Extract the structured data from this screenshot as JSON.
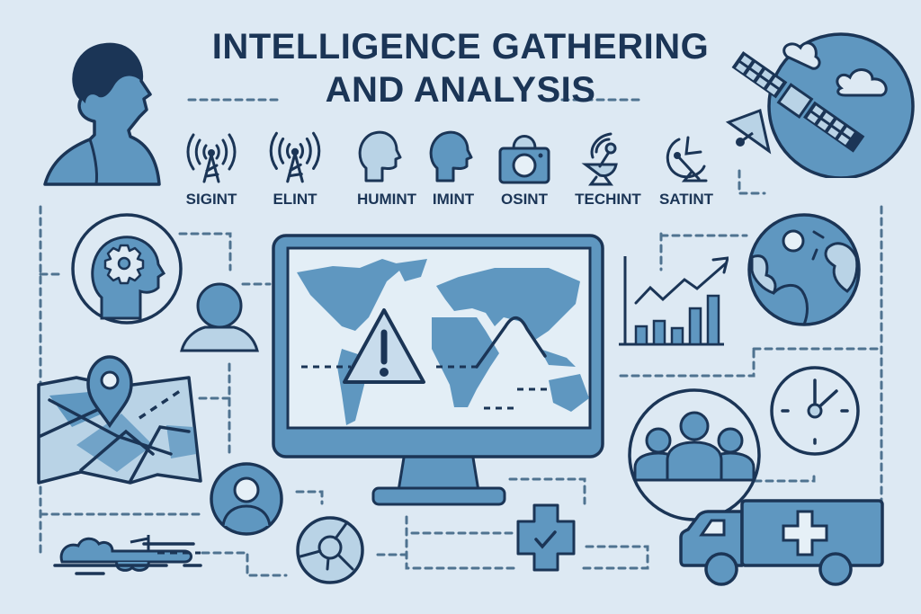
{
  "title": {
    "line1": "INTELLIGENCE GATHERING",
    "line2": "AND ANALYSIS"
  },
  "disciplines": [
    {
      "label": "SIGINT",
      "icon": "radio-tower-icon"
    },
    {
      "label": "ELINT",
      "icon": "radio-tower-icon"
    },
    {
      "label": "HUMINT",
      "icon": "head-profile-icon"
    },
    {
      "label": "IMINT",
      "icon": "head-profile-icon"
    },
    {
      "label": "OSINT",
      "icon": "camera-icon"
    },
    {
      "label": "TECHINT",
      "icon": "satellite-dish-icon"
    },
    {
      "label": "SATINT",
      "icon": "satellite-dish-icon"
    }
  ],
  "colors": {
    "background": "#dde9f3",
    "outline": "#1b3556",
    "fill_mid": "#5f97c0",
    "fill_light": "#b9d3e6",
    "dash": "#4f7390"
  },
  "illustrations": [
    "person-silhouette-icon",
    "satellite-globe-icon",
    "brain-gear-icon",
    "user-icon",
    "map-pin-icon",
    "monitor-world-map",
    "warning-icon",
    "bar-chart-trend-icon",
    "globe-icon",
    "clock-icon",
    "group-icon",
    "user-circle-icon",
    "airplane-clouds-icon",
    "target-wheel-icon",
    "medical-cross-check-icon",
    "ambulance-icon"
  ]
}
